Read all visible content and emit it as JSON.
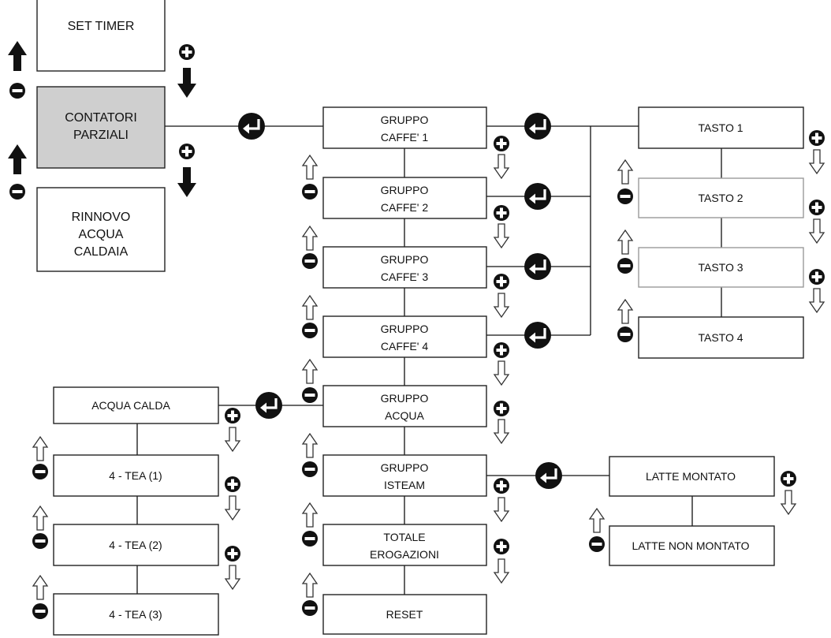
{
  "menu": {
    "set_timer": "SET TIMER",
    "contatori_line1": "CONTATORI",
    "contatori_line2": "PARZIALI",
    "rinnovo_line1": "RINNOVO",
    "rinnovo_line2": "ACQUA",
    "rinnovo_line3": "CALDAIA"
  },
  "gruppi": {
    "g1_line1": "GRUPPO",
    "g1_line2": "CAFFE' 1",
    "g2_line1": "GRUPPO",
    "g2_line2": "CAFFE' 2",
    "g3_line1": "GRUPPO",
    "g3_line2": "CAFFE' 3",
    "g4_line1": "GRUPPO",
    "g4_line2": "CAFFE' 4",
    "acqua_line1": "GRUPPO",
    "acqua_line2": "ACQUA",
    "isteam_line1": "GRUPPO",
    "isteam_line2": "ISTEAM",
    "totale_line1": "TOTALE",
    "totale_line2": "EROGAZIONI",
    "reset": "RESET"
  },
  "tasti": {
    "t1": "TASTO 1",
    "t2": "TASTO 2",
    "t3": "TASTO 3",
    "t4": "TASTO 4"
  },
  "acqua_calda": {
    "title": "ACQUA CALDA",
    "tea1": "4 - TEA (1)",
    "tea2": "4 - TEA (2)",
    "tea3": "4 - TEA (3)"
  },
  "latte": {
    "montato": "LATTE MONTATO",
    "non_montato": "LATTE NON MONTATO"
  }
}
